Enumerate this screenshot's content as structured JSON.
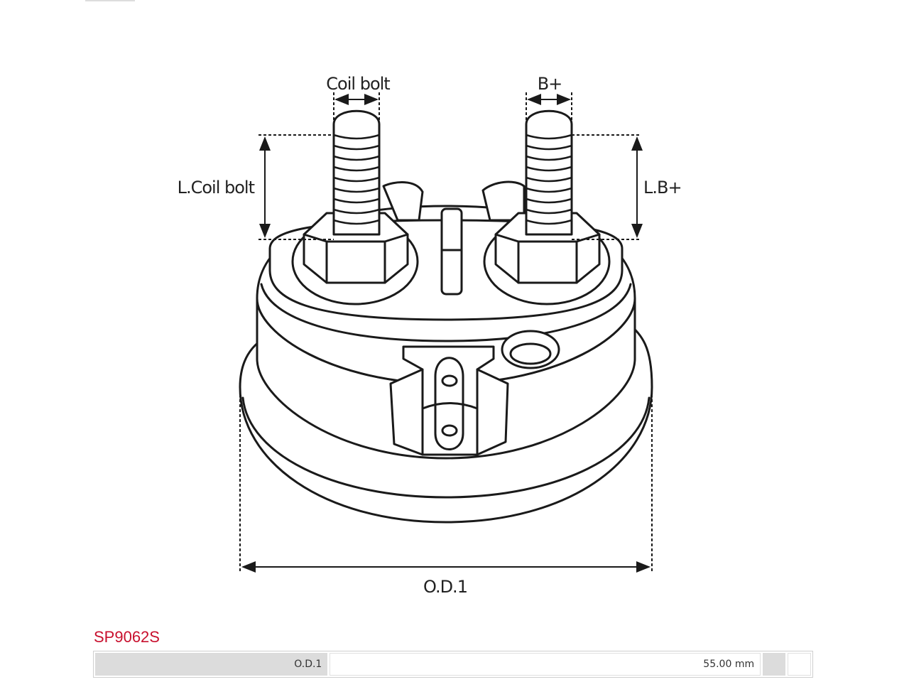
{
  "diagram": {
    "labels": {
      "coil_bolt": "Coil bolt",
      "b_plus": "B+",
      "l_coil_bolt": "L.Coil bolt",
      "l_b_plus": "L.B+",
      "od1": "O.D.1"
    }
  },
  "product": {
    "code": "SP9062S",
    "specs": [
      {
        "label": "O.D.1",
        "value": "55.00 mm"
      }
    ]
  },
  "colors": {
    "line": "#1a1a1a",
    "code_red": "#c8102e",
    "table_gray": "#dcdcdc"
  }
}
